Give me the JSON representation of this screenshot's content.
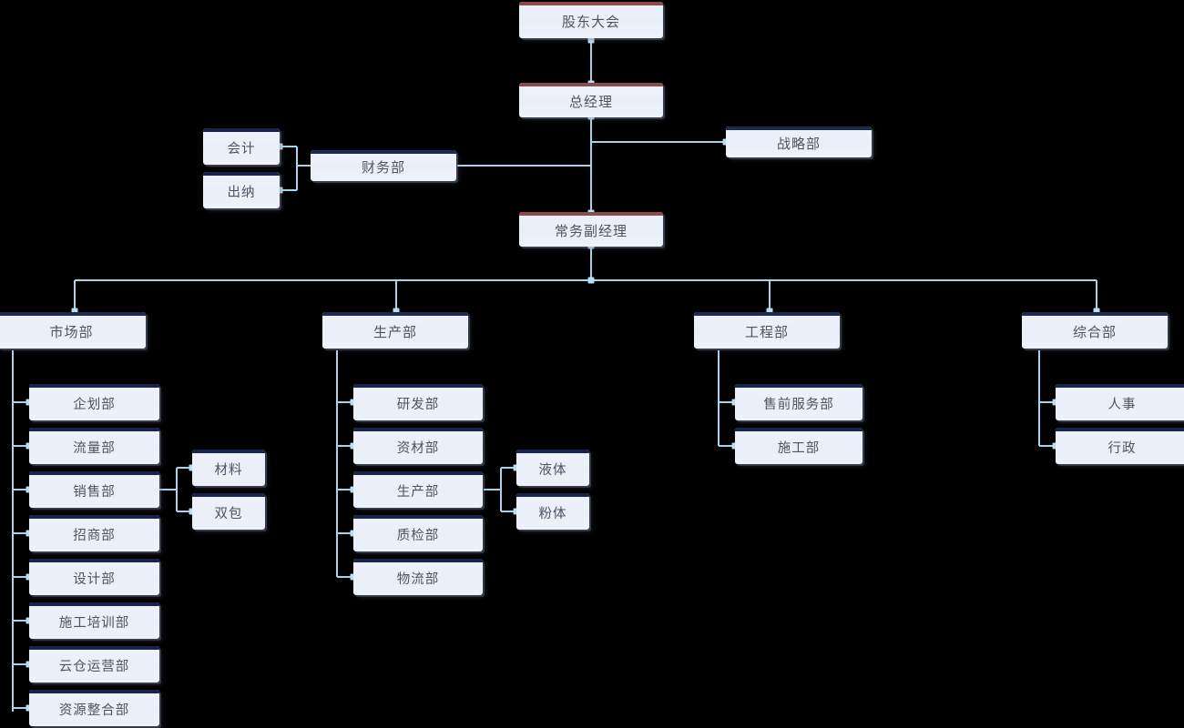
{
  "chart_data": {
    "type": "diagram",
    "title": "公司组织架构图",
    "diagram_kind": "organization-chart",
    "orientation": "top-down",
    "colors": {
      "background": "#000000",
      "node_fill": "#eaeff8",
      "executive_cap": "#8a4c4c",
      "department_cap": "#1b2a52",
      "connector_line": "#a9d3e8",
      "connector_dot": "#b9dcef",
      "text": "#4b5563"
    },
    "nodes": [
      {
        "id": "n1",
        "label": "股东大会",
        "level": 0,
        "type": "executive"
      },
      {
        "id": "n2",
        "label": "总经理",
        "level": 1,
        "type": "executive"
      },
      {
        "id": "n3",
        "label": "常务副经理",
        "level": 2,
        "type": "executive"
      },
      {
        "id": "n4",
        "label": "财务部",
        "level": 2,
        "type": "department"
      },
      {
        "id": "n5",
        "label": "战略部",
        "level": 2,
        "type": "department"
      },
      {
        "id": "n6",
        "label": "会计",
        "level": 3,
        "type": "sub"
      },
      {
        "id": "n7",
        "label": "出纳",
        "level": 3,
        "type": "sub"
      },
      {
        "id": "n8",
        "label": "市场部",
        "level": 3,
        "type": "department"
      },
      {
        "id": "n9",
        "label": "生产部",
        "level": 3,
        "type": "department"
      },
      {
        "id": "n10",
        "label": "工程部",
        "level": 3,
        "type": "department"
      },
      {
        "id": "n11",
        "label": "综合部",
        "level": 3,
        "type": "department"
      },
      {
        "id": "n12",
        "label": "企划部",
        "level": 4,
        "type": "sub"
      },
      {
        "id": "n13",
        "label": "流量部",
        "level": 4,
        "type": "sub"
      },
      {
        "id": "n14",
        "label": "销售部",
        "level": 4,
        "type": "sub"
      },
      {
        "id": "n15",
        "label": "招商部",
        "level": 4,
        "type": "sub"
      },
      {
        "id": "n16",
        "label": "设计部",
        "level": 4,
        "type": "sub"
      },
      {
        "id": "n17",
        "label": "施工培训部",
        "level": 4,
        "type": "sub"
      },
      {
        "id": "n18",
        "label": "云仓运营部",
        "level": 4,
        "type": "sub"
      },
      {
        "id": "n19",
        "label": "资源整合部",
        "level": 4,
        "type": "sub"
      },
      {
        "id": "n20",
        "label": "材料",
        "level": 5,
        "type": "sub"
      },
      {
        "id": "n21",
        "label": "双包",
        "level": 5,
        "type": "sub"
      },
      {
        "id": "n22",
        "label": "研发部",
        "level": 4,
        "type": "sub"
      },
      {
        "id": "n23",
        "label": "资材部",
        "level": 4,
        "type": "sub"
      },
      {
        "id": "n24",
        "label": "生产部",
        "level": 4,
        "type": "sub"
      },
      {
        "id": "n25",
        "label": "质检部",
        "level": 4,
        "type": "sub"
      },
      {
        "id": "n26",
        "label": "物流部",
        "level": 4,
        "type": "sub"
      },
      {
        "id": "n27",
        "label": "液体",
        "level": 5,
        "type": "sub"
      },
      {
        "id": "n28",
        "label": "粉体",
        "level": 5,
        "type": "sub"
      },
      {
        "id": "n29",
        "label": "售前服务部",
        "level": 4,
        "type": "sub"
      },
      {
        "id": "n30",
        "label": "施工部",
        "level": 4,
        "type": "sub"
      },
      {
        "id": "n31",
        "label": "人事",
        "level": 4,
        "type": "sub"
      },
      {
        "id": "n32",
        "label": "行政",
        "level": 4,
        "type": "sub"
      }
    ],
    "edges": [
      [
        "n1",
        "n2"
      ],
      [
        "n2",
        "n3"
      ],
      [
        "n2",
        "n4"
      ],
      [
        "n2",
        "n5"
      ],
      [
        "n4",
        "n6"
      ],
      [
        "n4",
        "n7"
      ],
      [
        "n3",
        "n8"
      ],
      [
        "n3",
        "n9"
      ],
      [
        "n3",
        "n10"
      ],
      [
        "n3",
        "n11"
      ],
      [
        "n8",
        "n12"
      ],
      [
        "n8",
        "n13"
      ],
      [
        "n8",
        "n14"
      ],
      [
        "n8",
        "n15"
      ],
      [
        "n8",
        "n16"
      ],
      [
        "n8",
        "n17"
      ],
      [
        "n8",
        "n18"
      ],
      [
        "n8",
        "n19"
      ],
      [
        "n14",
        "n20"
      ],
      [
        "n14",
        "n21"
      ],
      [
        "n9",
        "n22"
      ],
      [
        "n9",
        "n23"
      ],
      [
        "n9",
        "n24"
      ],
      [
        "n9",
        "n25"
      ],
      [
        "n9",
        "n26"
      ],
      [
        "n24",
        "n27"
      ],
      [
        "n24",
        "n28"
      ],
      [
        "n10",
        "n29"
      ],
      [
        "n10",
        "n30"
      ],
      [
        "n11",
        "n31"
      ],
      [
        "n11",
        "n32"
      ]
    ]
  },
  "chart": {
    "root": {
      "label": "股东大会"
    },
    "gm": {
      "label": "总经理"
    },
    "deputy_gm": {
      "label": "常务副经理"
    },
    "finance": {
      "label": "财务部"
    },
    "strategy": {
      "label": "战略部"
    },
    "accounting": {
      "label": "会计"
    },
    "cashier": {
      "label": "出纳"
    },
    "market": {
      "label": "市场部",
      "children": [
        {
          "label": "企划部"
        },
        {
          "label": "流量部"
        },
        {
          "label": "销售部"
        },
        {
          "label": "招商部"
        },
        {
          "label": "设计部"
        },
        {
          "label": "施工培训部"
        },
        {
          "label": "云仓运营部"
        },
        {
          "label": "资源整合部"
        }
      ],
      "sales_children": [
        {
          "label": "材料"
        },
        {
          "label": "双包"
        }
      ]
    },
    "production": {
      "label": "生产部",
      "children": [
        {
          "label": "研发部"
        },
        {
          "label": "资材部"
        },
        {
          "label": "生产部"
        },
        {
          "label": "质检部"
        },
        {
          "label": "物流部"
        }
      ],
      "prod_children": [
        {
          "label": "液体"
        },
        {
          "label": "粉体"
        }
      ]
    },
    "engineering": {
      "label": "工程部",
      "children": [
        {
          "label": "售前服务部"
        },
        {
          "label": "施工部"
        }
      ]
    },
    "general_affairs": {
      "label": "综合部",
      "children": [
        {
          "label": "人事"
        },
        {
          "label": "行政"
        }
      ]
    }
  }
}
